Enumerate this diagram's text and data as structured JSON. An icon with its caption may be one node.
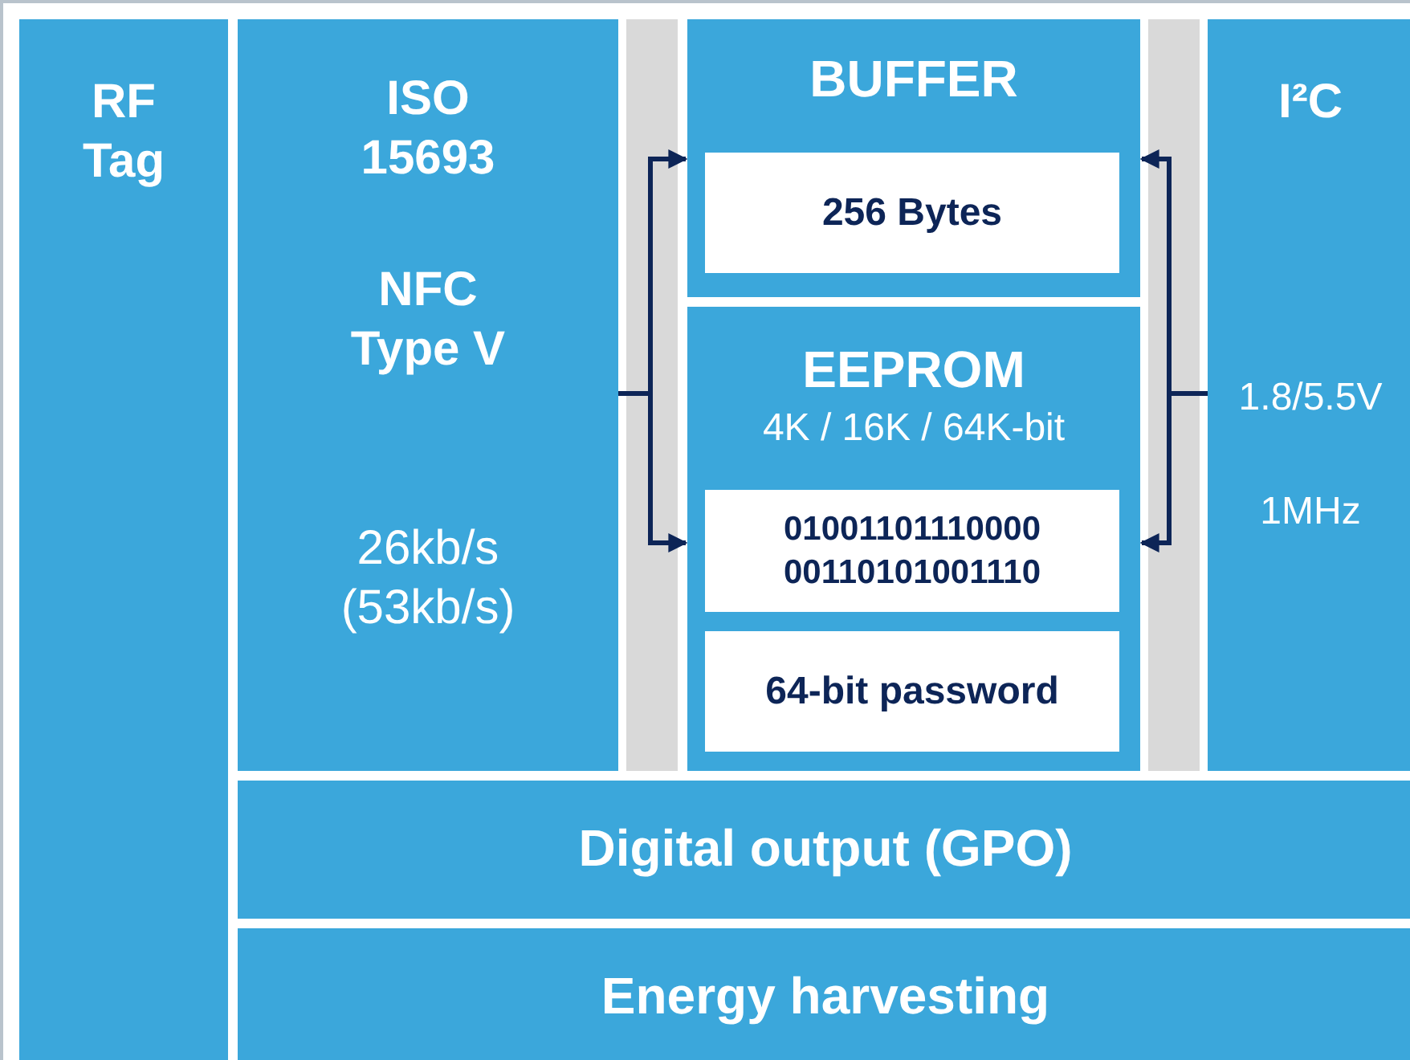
{
  "diagram": {
    "nodes": [
      {
        "text": [
          "RF Tag"
        ]
      },
      {
        "text": [
          "ISO 15693",
          "NFC Type V",
          "26kb/s (53kb/s)"
        ]
      },
      {
        "text": [
          "BUFFER"
        ]
      },
      {
        "text": [
          "256 Bytes"
        ],
        "in": 2
      },
      {
        "text": [
          "EEPROM",
          "4K / 16K / 64K-bit"
        ]
      },
      {
        "text": [
          "01001101110000 00110101001110"
        ],
        "in": 4
      },
      {
        "text": [
          "64-bit password"
        ],
        "in": 4
      },
      {
        "text": [
          "I²C",
          "1.8/5.5V",
          "1MHz"
        ]
      },
      {
        "text": [
          "Digital output (GPO)"
        ]
      },
      {
        "text": [
          "Energy harvesting"
        ]
      },
      {
        "text": [],
        "shape": "bar"
      },
      {
        "text": [],
        "shape": "bar"
      }
    ],
    "edges": [
      {
        "from": 1,
        "to": 10,
        "arrow": "none"
      },
      {
        "from": 10,
        "to": 2,
        "arrow": "to"
      },
      {
        "from": 10,
        "to": 4,
        "arrow": "to"
      },
      {
        "from": 7,
        "to": 11,
        "arrow": "none"
      },
      {
        "from": 11,
        "to": 2,
        "arrow": "to"
      },
      {
        "from": 11,
        "to": 4,
        "arrow": "to"
      }
    ]
  }
}
